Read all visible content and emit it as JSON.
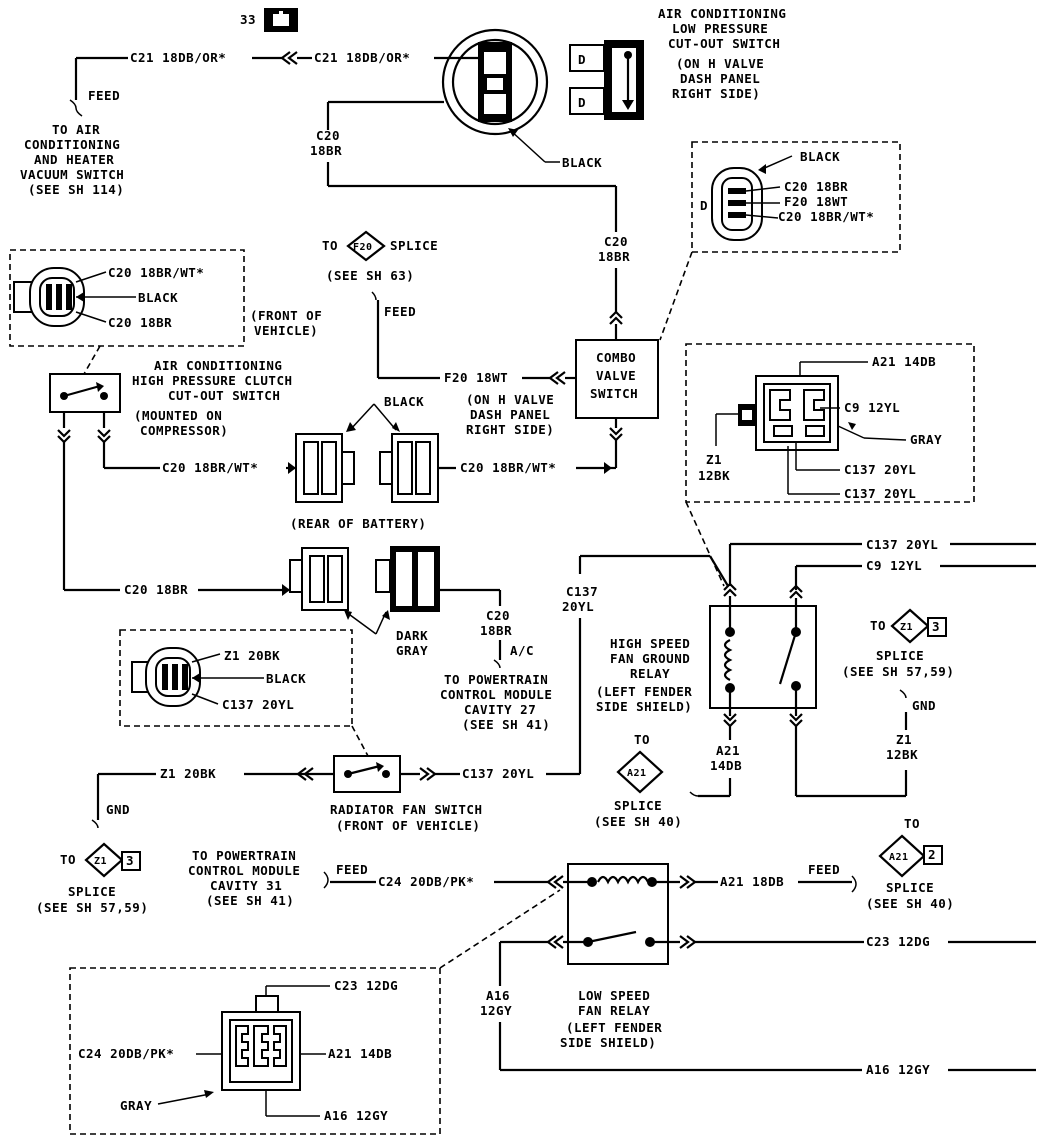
{
  "sheet_ref": "33",
  "sheet_icon": "battery-icon",
  "ac_low_switch": {
    "title": [
      "AIR CONDITIONING",
      "LOW PRESSURE",
      "CUT-OUT SWITCH"
    ],
    "location": [
      "(ON H VALVE",
      "DASH PANEL",
      "RIGHT SIDE)"
    ]
  },
  "wire_c21_left": "C21 18DB/OR*",
  "wire_c21_right": "C21 18DB/OR*",
  "feed_label": "FEED",
  "to_ac_heater": [
    "TO AIR",
    "CONDITIONING",
    "AND HEATER",
    "VACUUM SWITCH",
    "(SEE SH 114)"
  ],
  "black_label": "BLACK",
  "wire_c20_18br": [
    "C20",
    "18BR"
  ],
  "conn_right_top": {
    "black": "BLACK",
    "pins": [
      "C20 18BR",
      "F20 18WT",
      "C20 18BR/WT*"
    ],
    "pin_d": "D"
  },
  "splice_f20": {
    "to": "TO",
    "code": "F20",
    "splice": "SPLICE",
    "see": "(SEE SH 63)"
  },
  "combo_valve": [
    "COMBO",
    "VALVE",
    "SWITCH"
  ],
  "wire_f20": "F20 18WT",
  "combo_location": [
    "(ON H VALVE",
    "DASH PANEL",
    "RIGHT SIDE)"
  ],
  "conn_left_top": [
    "C20 18BR/WT*",
    "BLACK",
    "C20 18BR"
  ],
  "front_of_vehicle": [
    "(FRONT OF",
    "VEHICLE)"
  ],
  "ac_high_switch": {
    "title": [
      "AIR CONDITIONING",
      "HIGH PRESSURE CLUTCH",
      "CUT-OUT SWITCH"
    ],
    "location": [
      "(MOUNTED ON",
      "COMPRESSOR)"
    ]
  },
  "wire_c20_brwt_left": "C20 18BR/WT*",
  "wire_c20_brwt_right": "C20 18BR/WT*",
  "rear_of_battery": "(REAR OF BATTERY)",
  "relay_conn": {
    "pins": [
      "A21 14DB",
      "C9 12YL",
      "C137 20YL",
      "C137 20YL"
    ],
    "gray": "GRAY",
    "z1": [
      "Z1",
      "12BK"
    ]
  },
  "wire_c20_18br_low": "C20 18BR",
  "dark_gray": [
    "DARK",
    "GRAY"
  ],
  "wire_c20_18br_ac": [
    "C20",
    "18BR"
  ],
  "ac_label": "A/C",
  "to_pcm_27": [
    "TO POWERTRAIN",
    "CONTROL MODULE",
    "CAVITY 27",
    "(SEE SH 41)"
  ],
  "wire_c137_vert": [
    "C137",
    "20YL"
  ],
  "wire_c137_top": "C137 20YL",
  "wire_c9": "C9 12YL",
  "high_relay": [
    "HIGH SPEED",
    "FAN GROUND",
    "RELAY",
    "(LEFT FENDER",
    "SIDE SHIELD)"
  ],
  "splice_z1_right": {
    "to": "TO",
    "code": "Z1",
    "num": "3",
    "splice": "SPLICE",
    "see": "(SEE SH 57,59)"
  },
  "gnd_label": "GND",
  "z1_12bk": [
    "Z1",
    "12BK"
  ],
  "rad_conn": [
    "Z1 20BK",
    "BLACK",
    "C137 20YL"
  ],
  "wire_z1_20bk": "Z1 20BK",
  "wire_c137_rad": "C137 20YL",
  "rad_switch": [
    "RADIATOR FAN SWITCH",
    "(FRONT OF VEHICLE)"
  ],
  "splice_a21_mid": {
    "to": "TO",
    "code": "A21",
    "splice": "SPLICE",
    "see": "(SEE SH 40)"
  },
  "wire_a21_14db": [
    "A21",
    "14DB"
  ],
  "splice_z1_left": {
    "to": "TO",
    "code": "Z1",
    "num": "3",
    "splice": "SPLICE",
    "see": "(SEE SH 57,59)"
  },
  "to_pcm_31": [
    "TO POWERTRAIN",
    "CONTROL MODULE",
    "CAVITY 31",
    "(SEE SH 41)"
  ],
  "wire_c24": "C24 20DB/PK*",
  "wire_a21_18db": "A21 18DB",
  "splice_a21_right": {
    "to": "TO",
    "code": "A21",
    "num": "2",
    "splice": "SPLICE",
    "see": "(SEE SH 40)"
  },
  "wire_c23": "C23 12DG",
  "wire_a16_vert": [
    "A16",
    "12GY"
  ],
  "low_relay": [
    "LOW SPEED",
    "FAN RELAY",
    "(LEFT FENDER",
    "SIDE SHIELD)"
  ],
  "wire_a16_bottom": "A16 12GY",
  "bottom_conn": {
    "pins": [
      "C23 12DG",
      "C24 20DB/PK*",
      "A21 14DB",
      "A16 12GY"
    ],
    "gray": "GRAY"
  }
}
